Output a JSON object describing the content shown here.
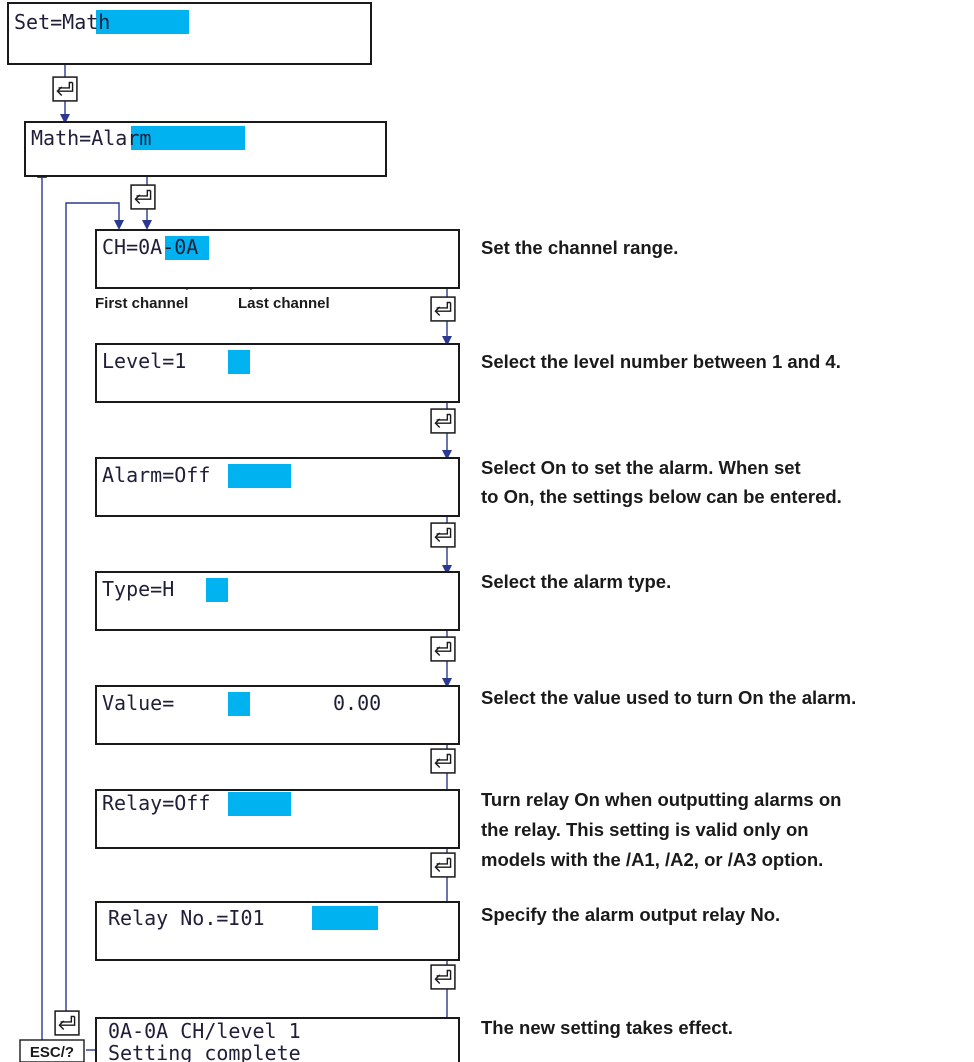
{
  "screens": {
    "set": {
      "prefix": "Set=",
      "value": "Math"
    },
    "math": {
      "prefix": "Math=",
      "value": "Alarm"
    },
    "channel": {
      "prefix": "CH=",
      "first": "0A",
      "sep": "-",
      "last": "0A",
      "first_label": "First channel",
      "last_label": "Last channel",
      "desc": "Set the channel range."
    },
    "level": {
      "prefix": "Level=",
      "value": "1",
      "desc": "Select the level number between 1 and 4."
    },
    "alarm": {
      "prefix": "Alarm=",
      "value": "Off",
      "desc_line1": "Select On to set the alarm. When set",
      "desc_line2": "to On, the settings below can be entered."
    },
    "type": {
      "prefix": "Type=",
      "value": "H",
      "desc": "Select the alarm type."
    },
    "value": {
      "prefix": "Value=",
      "value": "",
      "number": "0.00",
      "desc": "Select the value used to turn On the alarm."
    },
    "relay": {
      "prefix": "Relay=",
      "value": "Off",
      "desc_line1": "Turn relay On when outputting alarms on",
      "desc_line2": "the relay. This setting is valid only on",
      "desc_line3": "models with the /A1, /A2, or /A3 option."
    },
    "relay_no": {
      "prefix": "Relay No.=",
      "value": "I01",
      "desc": "Specify the alarm output relay No."
    },
    "complete": {
      "line1": "0A-0A CH/level 1",
      "line2": "Setting complete",
      "desc": "The new setting takes effect."
    }
  },
  "keys": {
    "esc_label": "ESC/?",
    "enter_icon": "enter-key-icon"
  },
  "colors": {
    "highlight": "#00b3f0",
    "connector": "#2b3990",
    "text": "#1a1a1a"
  }
}
